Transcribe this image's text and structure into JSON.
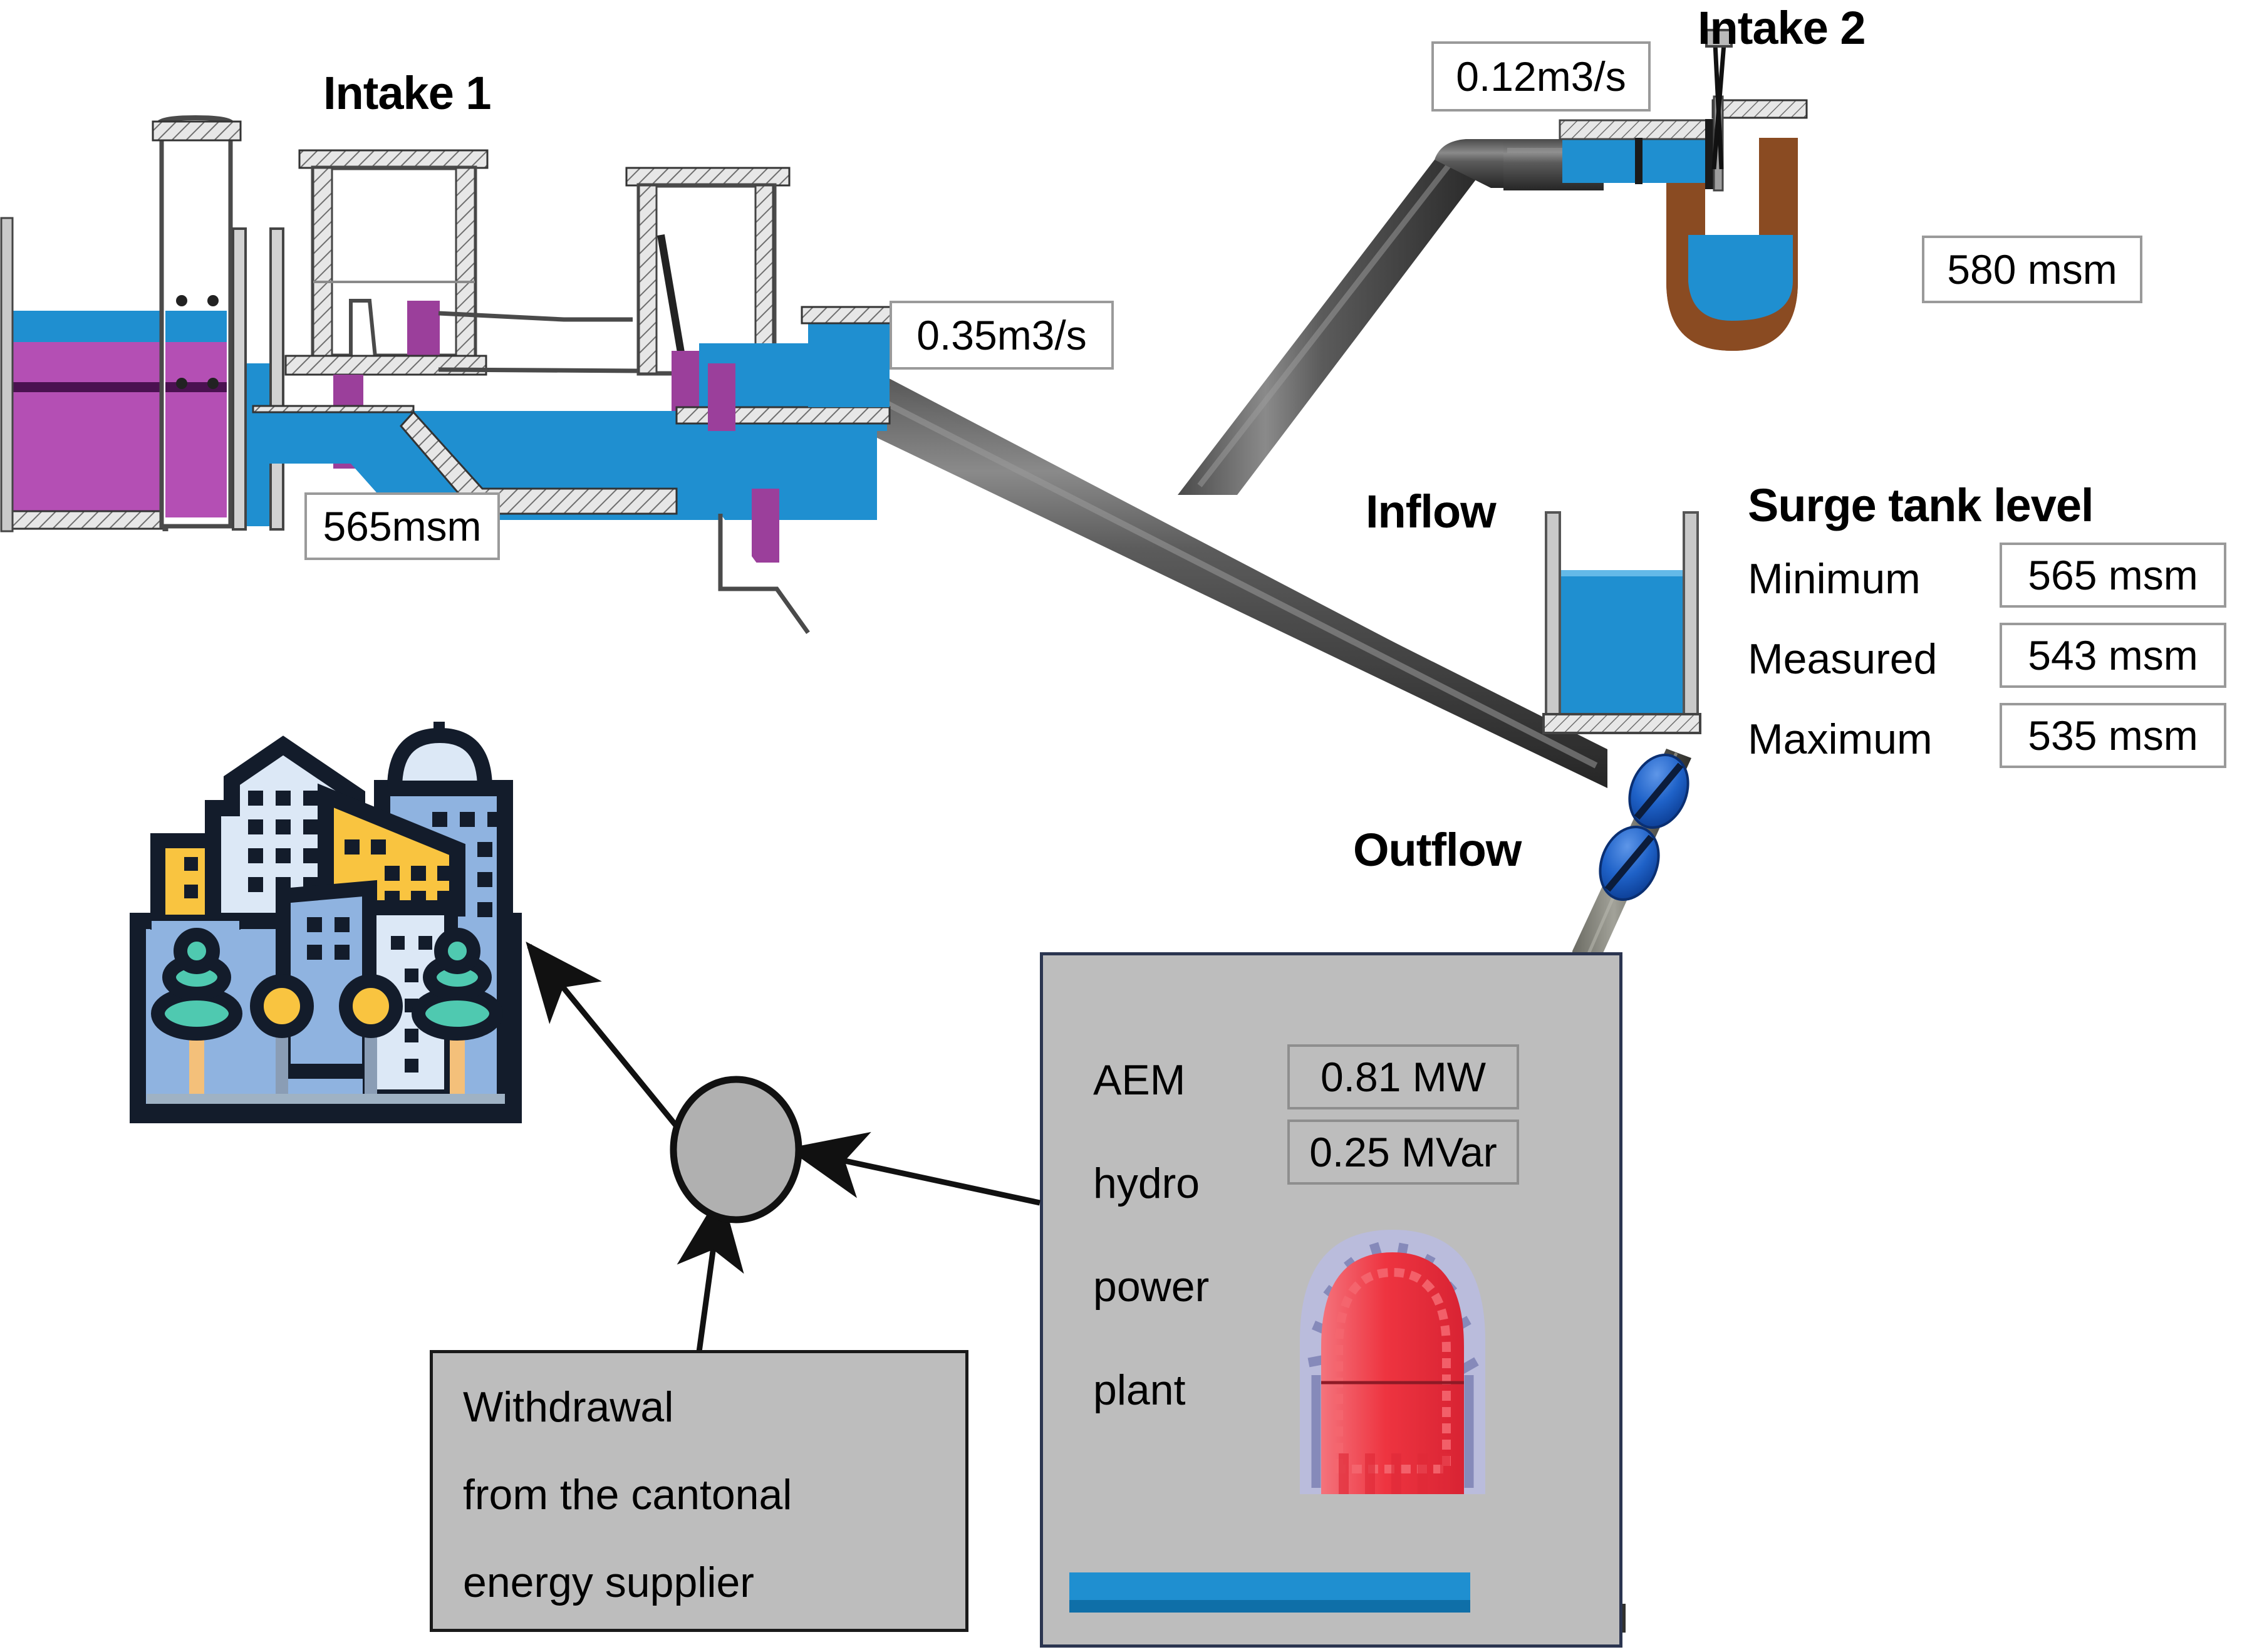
{
  "diagram": {
    "title_intake1": "Intake 1",
    "title_intake2": "Intake 2",
    "label_inflow": "Inflow",
    "label_outflow": "Outflow",
    "flow_intake1": "0.35m3/s",
    "flow_intake2": "0.12m3/s",
    "level_intake1": "565msm",
    "level_intake2": "580 msm"
  },
  "surge_tank": {
    "heading": "Surge tank level",
    "rows": [
      {
        "label": "Minimum",
        "value": "565 msm"
      },
      {
        "label": "Measured",
        "value": "543 msm"
      },
      {
        "label": "Maximum",
        "value": "535 msm"
      }
    ]
  },
  "power_plant": {
    "name_lines": [
      "AEM",
      "hydro",
      "power",
      "plant"
    ],
    "readouts": [
      {
        "value": "0.81 MW"
      },
      {
        "value": "0.25 MVar"
      }
    ]
  },
  "withdrawal": {
    "lines": [
      "Withdrawal",
      "from the cantonal",
      "energy supplier"
    ]
  },
  "colors": {
    "water_blue": "#1f8fd0",
    "water_blue_dark": "#0f7fc0",
    "gate_purple": "#9b3f9b",
    "reservoir_purple": "#b44fb4",
    "soil_brown": "#8a4b22",
    "pipe_dark": "#3b3b3b",
    "pipe_light": "#6e6e6e",
    "box_grey": "#bdbdbd",
    "valve_blue": "#1f62c8",
    "rotor_red": "#ee3440",
    "stator_violet": "#9fa3cf",
    "city_blue": "#8fb3e0",
    "city_pale": "#dce8f6",
    "city_yellow": "#f9c440",
    "city_teal": "#4fc9b0",
    "city_sand": "#f4c07a",
    "line_black": "#111111"
  }
}
